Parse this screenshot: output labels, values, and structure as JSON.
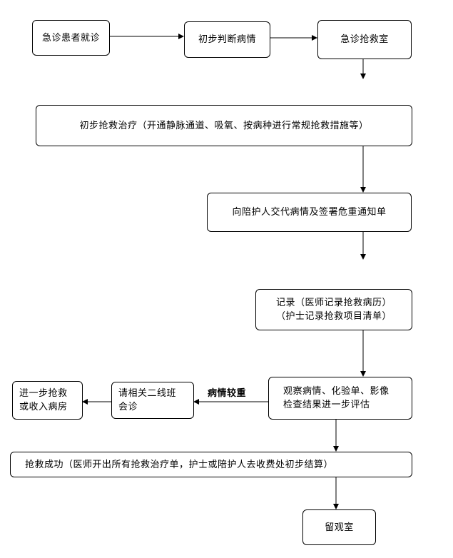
{
  "nodes": {
    "visit": "急诊患者就诊",
    "judge": "初步判断病情",
    "er_room": "急诊抢救室",
    "treat": "初步抢救治疗（开通静脉通道、吸氧、按病种进行常规抢救措施等）",
    "inform": "向陪护人交代病情及签署危重通知单",
    "record": "记录（医师记录抢救病历）\n（护士记录抢救项目清单）",
    "observe": "观察病情、化验单、影像\n检查结果进一步评估",
    "consult": "请相关二线班\n会诊",
    "admit": "进一步抢救\n或收入病房",
    "success": "抢救成功（医师开出所有抢救治疗单，护士或陪护人去收费处初步结算）",
    "observation_room": "留观室"
  },
  "edge_labels": {
    "severe": "病情较重"
  }
}
